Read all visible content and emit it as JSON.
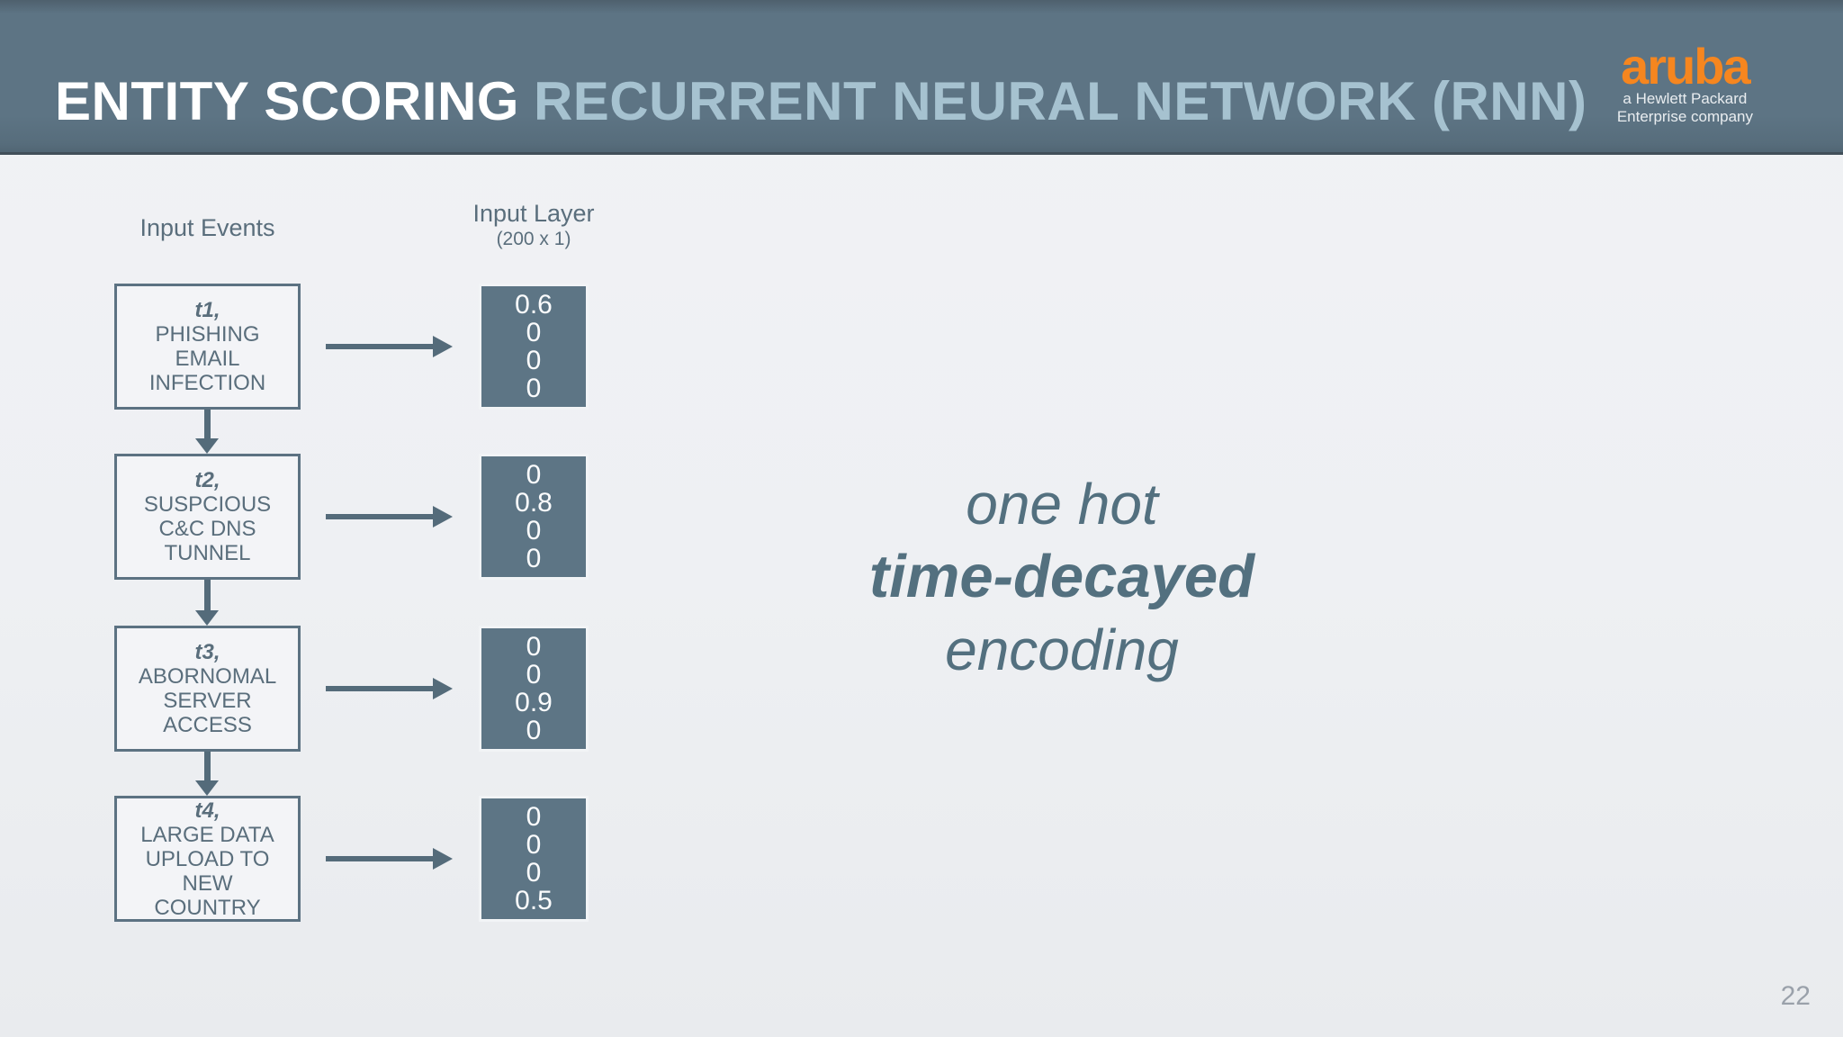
{
  "header": {
    "title_strong": "ENTITY SCORING",
    "title_light": "RECURRENT NEURAL NETWORK (RNN)",
    "logo": {
      "brand": "aruba",
      "tagline_line1": "a Hewlett Packard",
      "tagline_line2": "Enterprise company"
    }
  },
  "columns": {
    "input_events_label": "Input Events",
    "input_layer_label": "Input Layer",
    "input_layer_dims": "(200 x 1)"
  },
  "events": [
    {
      "time": "t1,",
      "lines": [
        "PHISHING",
        "EMAIL",
        "INFECTION"
      ],
      "vector": [
        "0.6",
        "0",
        "0",
        "0"
      ]
    },
    {
      "time": "t2,",
      "lines": [
        "SUSPCIOUS",
        "C&C DNS",
        "TUNNEL"
      ],
      "vector": [
        "0",
        "0.8",
        "0",
        "0"
      ]
    },
    {
      "time": "t3,",
      "lines": [
        "ABORNOMAL",
        "SERVER",
        "ACCESS"
      ],
      "vector": [
        "0",
        "0",
        "0.9",
        "0"
      ]
    },
    {
      "time": "t4,",
      "lines": [
        "LARGE DATA",
        "UPLOAD TO",
        "NEW",
        "COUNTRY"
      ],
      "vector": [
        "0",
        "0",
        "0",
        "0.5"
      ]
    }
  ],
  "annotation": {
    "line1": "one hot",
    "line2": "time-decayed",
    "line3": "encoding"
  },
  "page_number": "22",
  "colors": {
    "header_band": "#5d7484",
    "aruba_orange": "#f6861f",
    "slate_text": "#5a6e7c",
    "vector_fill": "#5d7585",
    "title_light": "#a6c2d0",
    "background": "#eff0f3"
  }
}
